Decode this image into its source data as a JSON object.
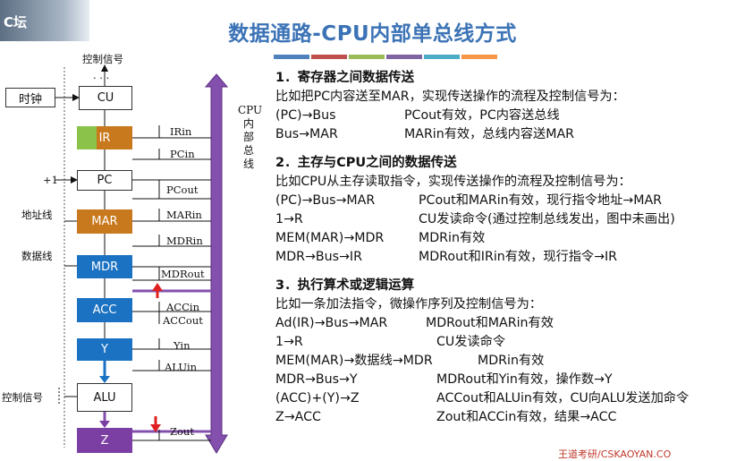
{
  "header": {
    "corner_text": "C坛",
    "title": "数据通路-CPU内部单总线方式"
  },
  "swatch_colors": [
    "#4f81bd",
    "#c0504d",
    "#9bbb59",
    "#8064a2",
    "#4bacc6",
    "#f79646"
  ],
  "diagram": {
    "control_signal_top": "控制信号",
    "ellipsis": "· · ·",
    "clock": "时钟",
    "cu": "CU",
    "ir": "IR",
    "pc": "PC",
    "plus_one": "+1",
    "address_line": "地址线",
    "mar": "MAR",
    "data_line": "数据线",
    "mdr": "MDR",
    "acc": "ACC",
    "y": "Y",
    "alu": "ALU",
    "alu_control": "控制信号",
    "z": "Z",
    "cpu_bus": [
      "CPU",
      "内",
      "部",
      "总",
      "线"
    ],
    "signals": {
      "irin": "IRin",
      "pcin": "PCin",
      "pcout": "PCout",
      "marin": "MARin",
      "mdrin": "MDRin",
      "mdrout": "MDRout",
      "accin": "ACCin",
      "accout": "ACCout",
      "yin": "Yin",
      "aluin": "ALUin",
      "zout": "Zout"
    }
  },
  "content": {
    "s1": {
      "heading": "1．寄存器之间数据传送",
      "intro": "比如把PC内容送至MAR，实现传送操作的流程及控制信号为：",
      "rows": [
        {
          "op": "(PC)→Bus",
          "desc": "PCout有效，PC内容送总线"
        },
        {
          "op": "Bus→MAR",
          "desc": "MARin有效，总线内容送MAR"
        }
      ]
    },
    "s2": {
      "heading": "2．主存与CPU之间的数据传送",
      "intro": "比如CPU从主存读取指令，实现传送操作的流程及控制信号为：",
      "rows": [
        {
          "op": "(PC)→Bus→MAR",
          "desc": "PCout和MARin有效，现行指令地址→MAR"
        },
        {
          "op": "1→R",
          "desc": "CU发读命令(通过控制总线发出，图中未画出)"
        },
        {
          "op": "MEM(MAR)→MDR",
          "desc": "MDRin有效"
        },
        {
          "op": "MDR→Bus→IR",
          "desc": "MDRout和IRin有效，现行指令→IR"
        }
      ]
    },
    "s3": {
      "heading": "3．执行算术或逻辑运算",
      "intro": "比如一条加法指令，微操作序列及控制信号为：",
      "rows": [
        {
          "op": "Ad(IR)→Bus→MAR",
          "desc": "MDRout和MARin有效"
        },
        {
          "op": "1→R",
          "desc": "CU发读命令"
        },
        {
          "op": "MEM(MAR)→数据线→MDR",
          "desc": "MDRin有效"
        },
        {
          "op": "MDR→Bus→Y",
          "desc": "MDRout和Yin有效，操作数→Y"
        },
        {
          "op": "(ACC)+(Y)→Z",
          "desc": "ACCout和ALUin有效，CU向ALU发送加命令"
        },
        {
          "op": "Z→ACC",
          "desc": "Zout和ACCin有效，结果→ACC"
        }
      ]
    }
  },
  "footer": "王道考研/CSKAOYAN.CO"
}
